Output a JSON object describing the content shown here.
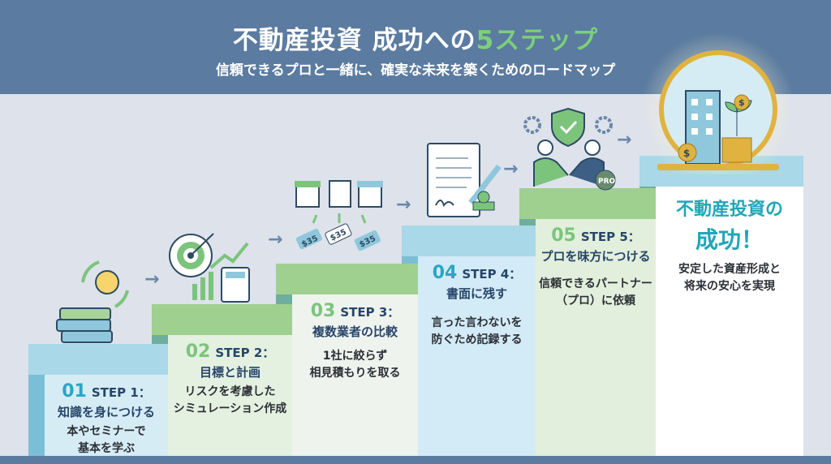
{
  "header": {
    "title_main": "不動産投資 成功への",
    "title_accent": "5ステップ",
    "subtitle": "信頼できるプロと一緒に、確実な未来を築くためのロードマップ"
  },
  "steps": [
    {
      "num": "01",
      "label": "STEP 1：",
      "title": "知識を身につける",
      "desc1": "本やセミナーで",
      "desc2": "基本を学ぶ"
    },
    {
      "num": "02",
      "label": "STEP 2：",
      "title": "目標と計画",
      "desc1": "リスクを考慮した",
      "desc2": "シミュレーション作成"
    },
    {
      "num": "03",
      "label": "STEP 3：",
      "title": "複数業者の比較",
      "desc1": "1社に絞らず",
      "desc2": "相見積もりを取る"
    },
    {
      "num": "04",
      "label": "STEP 4：",
      "title": "書面に残す",
      "desc1": "言った言わないを",
      "desc2": "防ぐため記録する"
    },
    {
      "num": "05",
      "label": "STEP 5：",
      "title": "プロを味方につける",
      "desc1": "信頼できるパートナー",
      "desc2": "（プロ）に依頼"
    }
  ],
  "final": {
    "line1": "不動産投資の",
    "line2": "成功！",
    "desc1": "安定した資産形成と",
    "desc2": "将来の安心を実現"
  },
  "icons": {
    "pro_badge": "PRO",
    "price_tag": "$35",
    "coin": "$"
  },
  "colors": {
    "header": "#5b7ba0",
    "accent_green": "#7ccf7c",
    "accent_teal": "#1fa7b8",
    "step_blue": "#d6ecf5",
    "step_green": "#e3efdc"
  }
}
